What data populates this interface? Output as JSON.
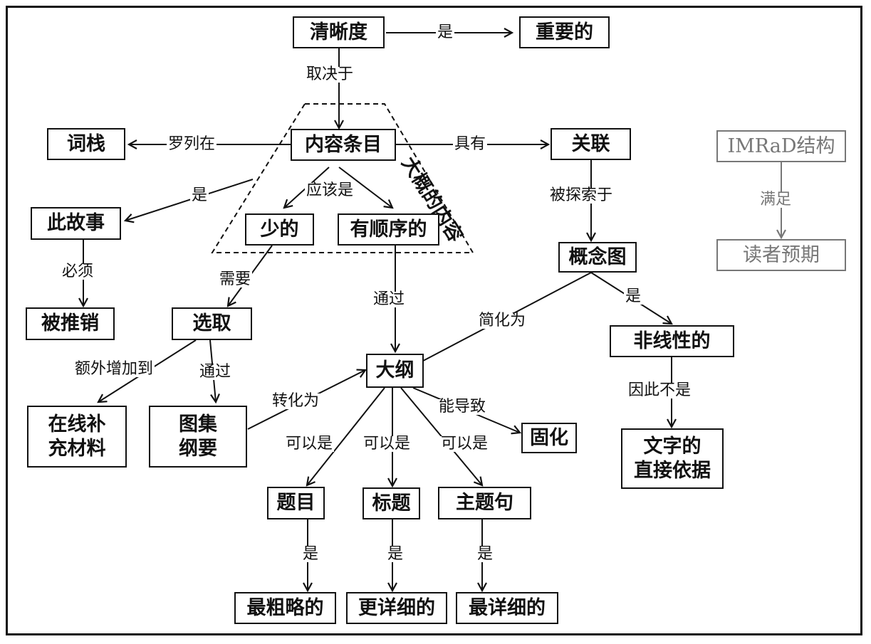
{
  "nodes": {
    "clarity": "清晰度",
    "important": "重要的",
    "content_items": "内容条目",
    "word_stack": "词栈",
    "relation": "关联",
    "this_story": "此故事",
    "few": "少的",
    "ordered": "有顺序的",
    "concept_map": "概念图",
    "imrad": "IMRaD结构",
    "reader_expectation": "读者预期",
    "promoted": "被推销",
    "select": "选取",
    "outline": "大纲",
    "nonlinear": "非线性的",
    "online_supplement": [
      "在线补",
      "充材料"
    ],
    "figure_summary": [
      "图集",
      "纲要"
    ],
    "solidify": "固化",
    "text_basis": [
      "文字的",
      "直接依据"
    ],
    "title": "题目",
    "heading": "标题",
    "topic_sentence": "主题句",
    "roughest": "最粗略的",
    "more_detailed": "更详细的",
    "most_detailed": "最详细的"
  },
  "region_label": "大概的内容",
  "edge_labels": {
    "is_important": "是",
    "depends_on": "取决于",
    "listed_in": "罗列在",
    "has": "具有",
    "is_story": "是",
    "should_be": "应该是",
    "explored_in": "被探索于",
    "satisfies": "满足",
    "must": "必须",
    "needs": "需要",
    "via_ordered": "通过",
    "simplified_to": "简化为",
    "is_nonlinear": "是",
    "extra_added_to": "额外增加到",
    "via_select": "通过",
    "converted_to": "转化为",
    "can_lead_to": "能导致",
    "therefore_not": "因此不是",
    "can_be_1": "可以是",
    "can_be_2": "可以是",
    "can_be_3": "可以是",
    "is_1": "是",
    "is_2": "是",
    "is_3": "是"
  },
  "colors": {
    "ink": "#111111",
    "muted": "#777777",
    "background": "#ffffff"
  }
}
